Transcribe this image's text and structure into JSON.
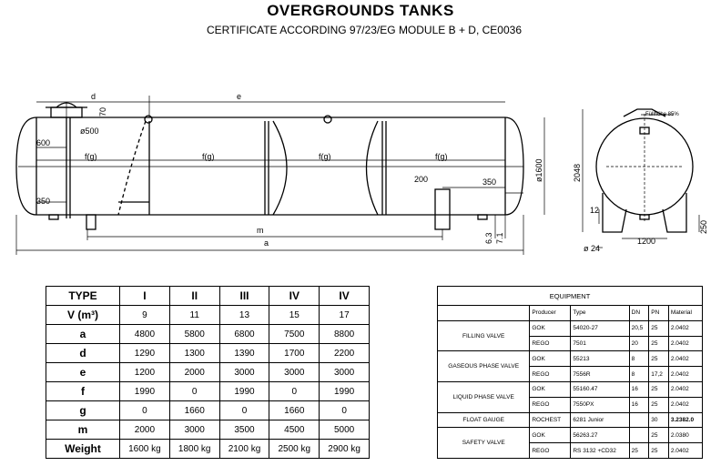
{
  "header": {
    "title": "OVERGROUNDS  TANKS",
    "subtitle": "CERTIFICATE ACCORDING  97/23/EG MODULE B + D, CE0036"
  },
  "drawing": {
    "dim_d": "d",
    "dim_e": "e",
    "dim_f1": "f(g)",
    "dim_f2": "f(g)",
    "dim_f3": "f(g)",
    "dim_f4": "f(g)",
    "dim_m": "m",
    "dim_a": "a",
    "dim_600": "600",
    "dim_350_left": "350",
    "dim_350_right": "350",
    "dim_200": "200",
    "dim_70": "70",
    "dim_manhole": "ø500",
    "dim_diameter": "ø1600",
    "dim_63": "6.3",
    "dim_71": "7.1",
    "dim_2048": "2048",
    "dim_12": "12",
    "dim_250": "250",
    "dim_1200": "1200",
    "dim_24": "ø 24",
    "fill_level": "Füllhöhe 85%"
  },
  "type_table": {
    "header": [
      "TYPE",
      "I",
      "II",
      "III",
      "IV",
      "IV"
    ],
    "rows": [
      {
        "label": "V  (m³)",
        "values": [
          "9",
          "11",
          "13",
          "15",
          "17"
        ]
      },
      {
        "label": "a",
        "values": [
          "4800",
          "5800",
          "6800",
          "7500",
          "8800"
        ]
      },
      {
        "label": "d",
        "values": [
          "1290",
          "1300",
          "1390",
          "1700",
          "2200"
        ]
      },
      {
        "label": "e",
        "values": [
          "1200",
          "2000",
          "3000",
          "3000",
          "3000"
        ]
      },
      {
        "label": "f",
        "values": [
          "1990",
          "0",
          "1990",
          "0",
          "1990"
        ]
      },
      {
        "label": "g",
        "values": [
          "0",
          "1660",
          "0",
          "1660",
          "0"
        ]
      },
      {
        "label": "m",
        "values": [
          "2000",
          "3000",
          "3500",
          "4500",
          "5000"
        ]
      },
      {
        "label": "Weight",
        "values": [
          "1600 kg",
          "1800 kg",
          "2100 kg",
          "2500 kg",
          "2900 kg"
        ]
      }
    ]
  },
  "equipment": {
    "title": "EQUIPMENT",
    "columns": [
      "Producer",
      "Type",
      "DN",
      "PN",
      "Material"
    ],
    "filling_valve": {
      "group": "FILLING VALVE",
      "rows": [
        [
          "GOK",
          "54020-27",
          "20,5",
          "25",
          "2.0402"
        ],
        [
          "REGO",
          "7501",
          "20",
          "25",
          "2.0402"
        ]
      ]
    },
    "gaseous_phase_valve": {
      "group": "GASEOUS PHASE VALVE",
      "rows": [
        [
          "GOK",
          "55213",
          "8",
          "25",
          "2.0402"
        ],
        [
          "REGO",
          "7556R",
          "8",
          "17,2",
          "2.0402"
        ]
      ]
    },
    "liquid_phase_valve": {
      "group": "LIQUID PHASE VALVE",
      "rows": [
        [
          "GOK",
          "55160.47",
          "16",
          "25",
          "2.0402"
        ],
        [
          "REGO",
          "7550PX",
          "16",
          "25",
          "2.0402"
        ]
      ]
    },
    "float_gauge": {
      "group": "FLOAT GAUGE",
      "row": [
        "ROCHEST",
        "6281 Junior",
        "",
        "30",
        "3.2382.0"
      ]
    },
    "safety_valve": {
      "group": "SAFETY VALVE",
      "rows": [
        [
          "GOK",
          "56263.27",
          "",
          "25",
          "2.0380"
        ],
        [
          "REGO",
          "RS 3132 +CD32",
          "25",
          "25",
          "2.0402"
        ]
      ]
    }
  }
}
